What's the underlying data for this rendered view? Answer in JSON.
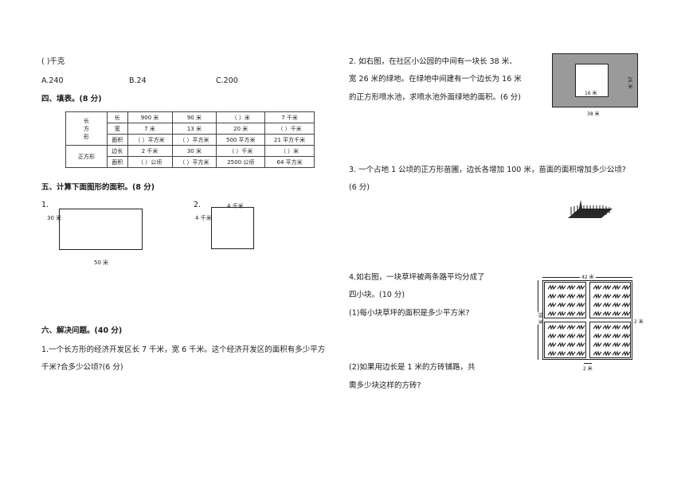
{
  "left": {
    "q_tail": "(        )千克",
    "options": [
      "A.240",
      "B.24",
      "C.200"
    ],
    "sec4_title": "四、填表。(8 分)",
    "table": {
      "group1": "长方形",
      "group2": "正方形",
      "rows": [
        [
          "长",
          "900 米",
          "90 米",
          "（    ）米",
          "7 千米"
        ],
        [
          "宽",
          "7 米",
          "13 米",
          "20 米",
          "（    ）千米"
        ],
        [
          "面积",
          "（    ）平方米",
          "（    ）平方米",
          "500 平方米",
          "21 平方千米"
        ],
        [
          "边长",
          "2 千米",
          "30 米",
          "（    ）千米",
          "（    ）米"
        ],
        [
          "面积",
          "（    ）公顷",
          "（    ）平方米",
          "2500 公顷",
          "64 平方米"
        ]
      ]
    },
    "sec5_title": "五、计算下面图形的面积。(8 分)",
    "fig1": {
      "num": "1.",
      "side": "30 米",
      "bottom": "50 米"
    },
    "fig2": {
      "num": "2.",
      "top": "4 千米",
      "side": "4 千米"
    },
    "sec6_title": "六、解决问题。(40 分)",
    "q1_line1": "1.一个长方形的经济开发区长 7 千米，宽 6 千米。这个经济开发区的面积有多少平方",
    "q1_line2": "千米?合多少公顷?(6 分)"
  },
  "right": {
    "q2_line1": "2. 如右图，在社区小公园的中间有一块长 38 米、",
    "q2_line2": "宽 26 米的绿地。在绿地中间建有一个边长为 16 米",
    "q2_line3": "的正方形喷水池，求喷水池外面绿地的面积。(6 分)",
    "park": {
      "inner": "16 米",
      "side": "26 米",
      "bottom": "38 米"
    },
    "q3_line1": "3. 一个占地 1 公顷的正方形苗圃，边长各增加 100 米，苗面的面积增加多少公顷?",
    "q3_line2": "(6 分)",
    "q4_line1": "4.如右图，一块草坪被两条路平均分成了",
    "q4_line2": "四小块。(10 分)",
    "q4_sub1": "(1)每小块草坪的面积是多少平方米?",
    "q4_sub2_line1": "(2)如果用边长是 1 米的方砖铺路，共",
    "q4_sub2_line2": "需多少块这样的方砖?",
    "lawn": {
      "top": "42 米",
      "left": "38 米",
      "road_right": "2 米",
      "road_bottom": "2 米"
    }
  }
}
